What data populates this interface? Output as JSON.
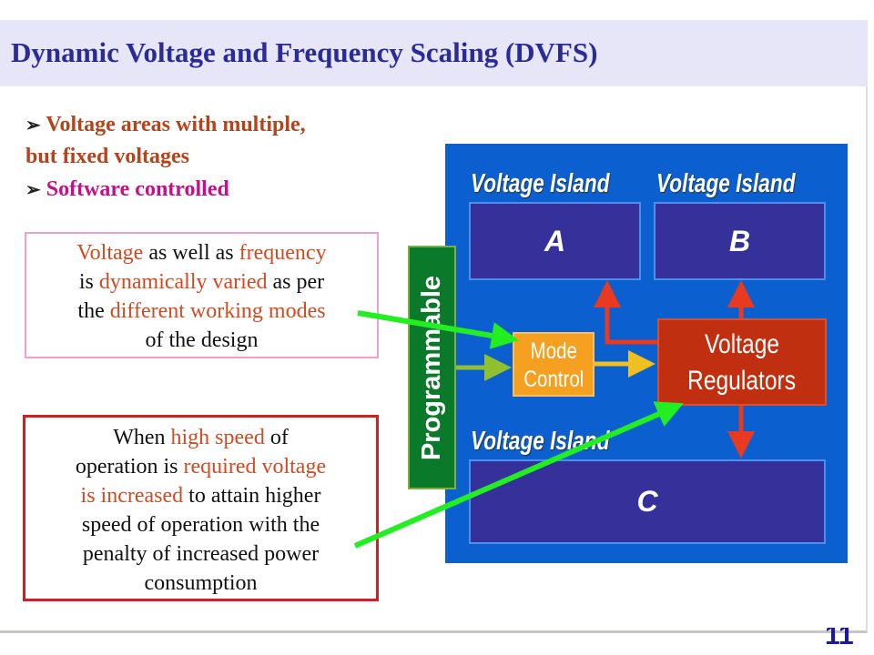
{
  "title": "Dynamic Voltage and Frequency Scaling (DVFS)",
  "bullets": [
    "Voltage areas with multiple,",
    "but fixed voltages",
    "Software controlled"
  ],
  "bullet_marker": "➢",
  "box1": {
    "l1a": "Voltage",
    "l1b": " as well as ",
    "l1c": "frequency",
    "l2a": "is ",
    "l2b": "dynamically varied",
    "l2c": " as per",
    "l3a": "the ",
    "l3b": "different working modes",
    "l4": "of the design"
  },
  "box2": {
    "l1a": "When ",
    "l1b": "high speed",
    "l1c": " of",
    "l2a": "operation is ",
    "l2b": "required voltage",
    "l3a": "is increased",
    "l3b": " to attain higher",
    "l4": "speed of operation with the",
    "l5": "penalty of increased power",
    "l6": "consumption"
  },
  "diagram": {
    "island_label": "Voltage Island",
    "island_a": "A",
    "island_b": "B",
    "island_c": "C",
    "programmable": "Programmable",
    "mode_l1": "Mode",
    "mode_l2": "Control",
    "reg_l1": "Voltage",
    "reg_l2": "Regulators"
  },
  "page_number": "11",
  "colors": {
    "title": "#2b2b98",
    "panel": "#0b5fcf",
    "island": "#35309a",
    "regulator": "#c03010",
    "mode": "#f5a020",
    "programmable": "#0a7a2a",
    "pointer": "#22ee22"
  }
}
